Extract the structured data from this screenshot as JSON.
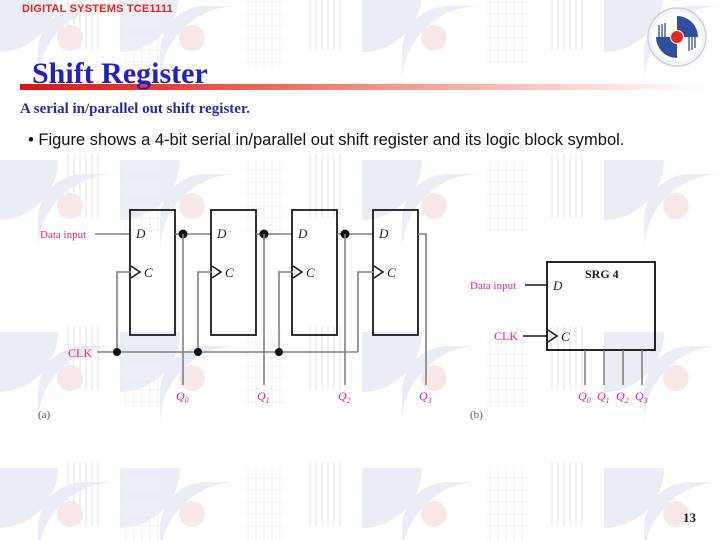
{
  "slide": {
    "course_header": "DIGITAL SYSTEMS TCE1111",
    "title": "Shift Register",
    "subtitle": "A serial in/parallel out shift register.",
    "bullet_symbol": "•",
    "bullet_text": "Figure shows a 4-bit serial in/parallel out shift register and its logic block symbol.",
    "page_number": "13",
    "logo_name": "university-logo"
  },
  "colors": {
    "header_red": "#ef2020",
    "title_blue": "#2020c8",
    "subtitle_blue": "#2a2aa8",
    "body_black": "#111111",
    "label_magenta": "#e0218a",
    "wire_gray": "#808080",
    "box_outline": "#1a1a1a",
    "rule_red": "#e01010",
    "logo_blue": "#2f4f9e",
    "logo_red": "#e8251f",
    "watermark_blue": "#e8ecf5",
    "watermark_pink": "#f6e3e3"
  },
  "figure_a": {
    "caption": "(a)",
    "data_input_label": "Data input",
    "clk_label": "CLK",
    "flipflops": [
      {
        "d_label": "D",
        "c_label": "C"
      },
      {
        "d_label": "D",
        "c_label": "C"
      },
      {
        "d_label": "D",
        "c_label": "C"
      },
      {
        "d_label": "D",
        "c_label": "C"
      }
    ],
    "outputs": [
      {
        "q": "Q",
        "sub": "0"
      },
      {
        "q": "Q",
        "sub": "1"
      },
      {
        "q": "Q",
        "sub": "2"
      },
      {
        "q": "Q",
        "sub": "3"
      }
    ]
  },
  "figure_b": {
    "caption": "(b)",
    "block_label": "SRG 4",
    "data_input_label": "Data input",
    "clk_label": "CLK",
    "d_label": "D",
    "c_label": "C",
    "outputs": [
      {
        "q": "Q",
        "sub": "0"
      },
      {
        "q": "Q",
        "sub": "1"
      },
      {
        "q": "Q",
        "sub": "2"
      },
      {
        "q": "Q",
        "sub": "3"
      }
    ]
  }
}
